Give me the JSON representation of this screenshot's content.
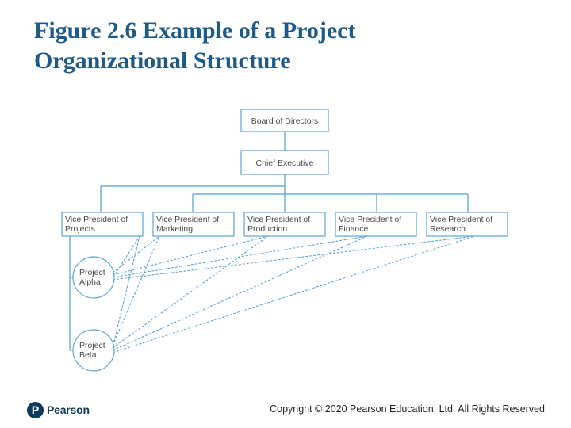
{
  "title": {
    "line1": "Figure 2.6 Example of a Project",
    "line2": "Organizational Structure"
  },
  "org_chart": {
    "board": [
      "Board of Directors"
    ],
    "ceo": [
      "Chief Executive"
    ],
    "vice_presidents": [
      [
        "Vice President of",
        "Projects"
      ],
      [
        "Vice President of",
        "Marketing"
      ],
      [
        "Vice President of",
        "Production"
      ],
      [
        "Vice President of",
        "Finance"
      ],
      [
        "Vice President of",
        "Research"
      ]
    ],
    "projects": [
      [
        "Project",
        "Alpha"
      ],
      [
        "Project",
        "Beta"
      ]
    ]
  },
  "colors": {
    "title": "#1d5a89",
    "box_border": "#5ba6d6",
    "line": "#4c9ed6"
  },
  "footer": {
    "logo_icon": "P",
    "logo_text": "Pearson",
    "copyright": "Copyright © 2020 Pearson Education, Ltd. All Rights Reserved"
  }
}
